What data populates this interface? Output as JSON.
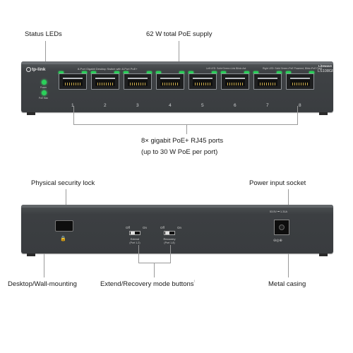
{
  "labels": {
    "status_leds": "Status LEDs",
    "poe_supply": "62 W total PoE supply",
    "ports_line1": "8× gigabit PoE+ RJ45 ports",
    "ports_line2": "(up to 30 W PoE per port)",
    "security_lock": "Physical security lock",
    "power_socket": "Power input socket",
    "mounting": "Desktop/Wall-mounting",
    "mode_buttons": "Extend/Recovery mode buttons",
    "mode_buttons_mark": "¹",
    "metal_casing": "Metal casing"
  },
  "front_panel": {
    "brand": "tp-link",
    "description": "8-Port Gigabit Desktop Switch with 8-Port PoE+",
    "legend_left": "Left LED: Solid Green=Link Blink=Act",
    "legend_right": "Right LED: Solid Green=PoE Powered, Blink=PoE Fault",
    "series": "Litewave",
    "model": "LS108GP",
    "led_power": "Power",
    "led_poe_max": "PoE Max",
    "port_numbers": [
      "1",
      "2",
      "3",
      "4",
      "5",
      "6",
      "7",
      "8"
    ]
  },
  "back_panel": {
    "lock_icon": "🔒",
    "extend": {
      "off": "Off",
      "on": "On",
      "name": "Extend",
      "ports": "(Port 1-2)"
    },
    "recovery": {
      "off": "Off",
      "on": "On",
      "name": "Recovery",
      "ports": "(Port 1-8)"
    },
    "power_rating": "53.5V ⎓ 1.31A",
    "polarity": "⊖◎⊕"
  },
  "colors": {
    "led_green": "#2bd05a",
    "chassis": "#3c3f42",
    "leader_line": "#9a9a9a"
  }
}
